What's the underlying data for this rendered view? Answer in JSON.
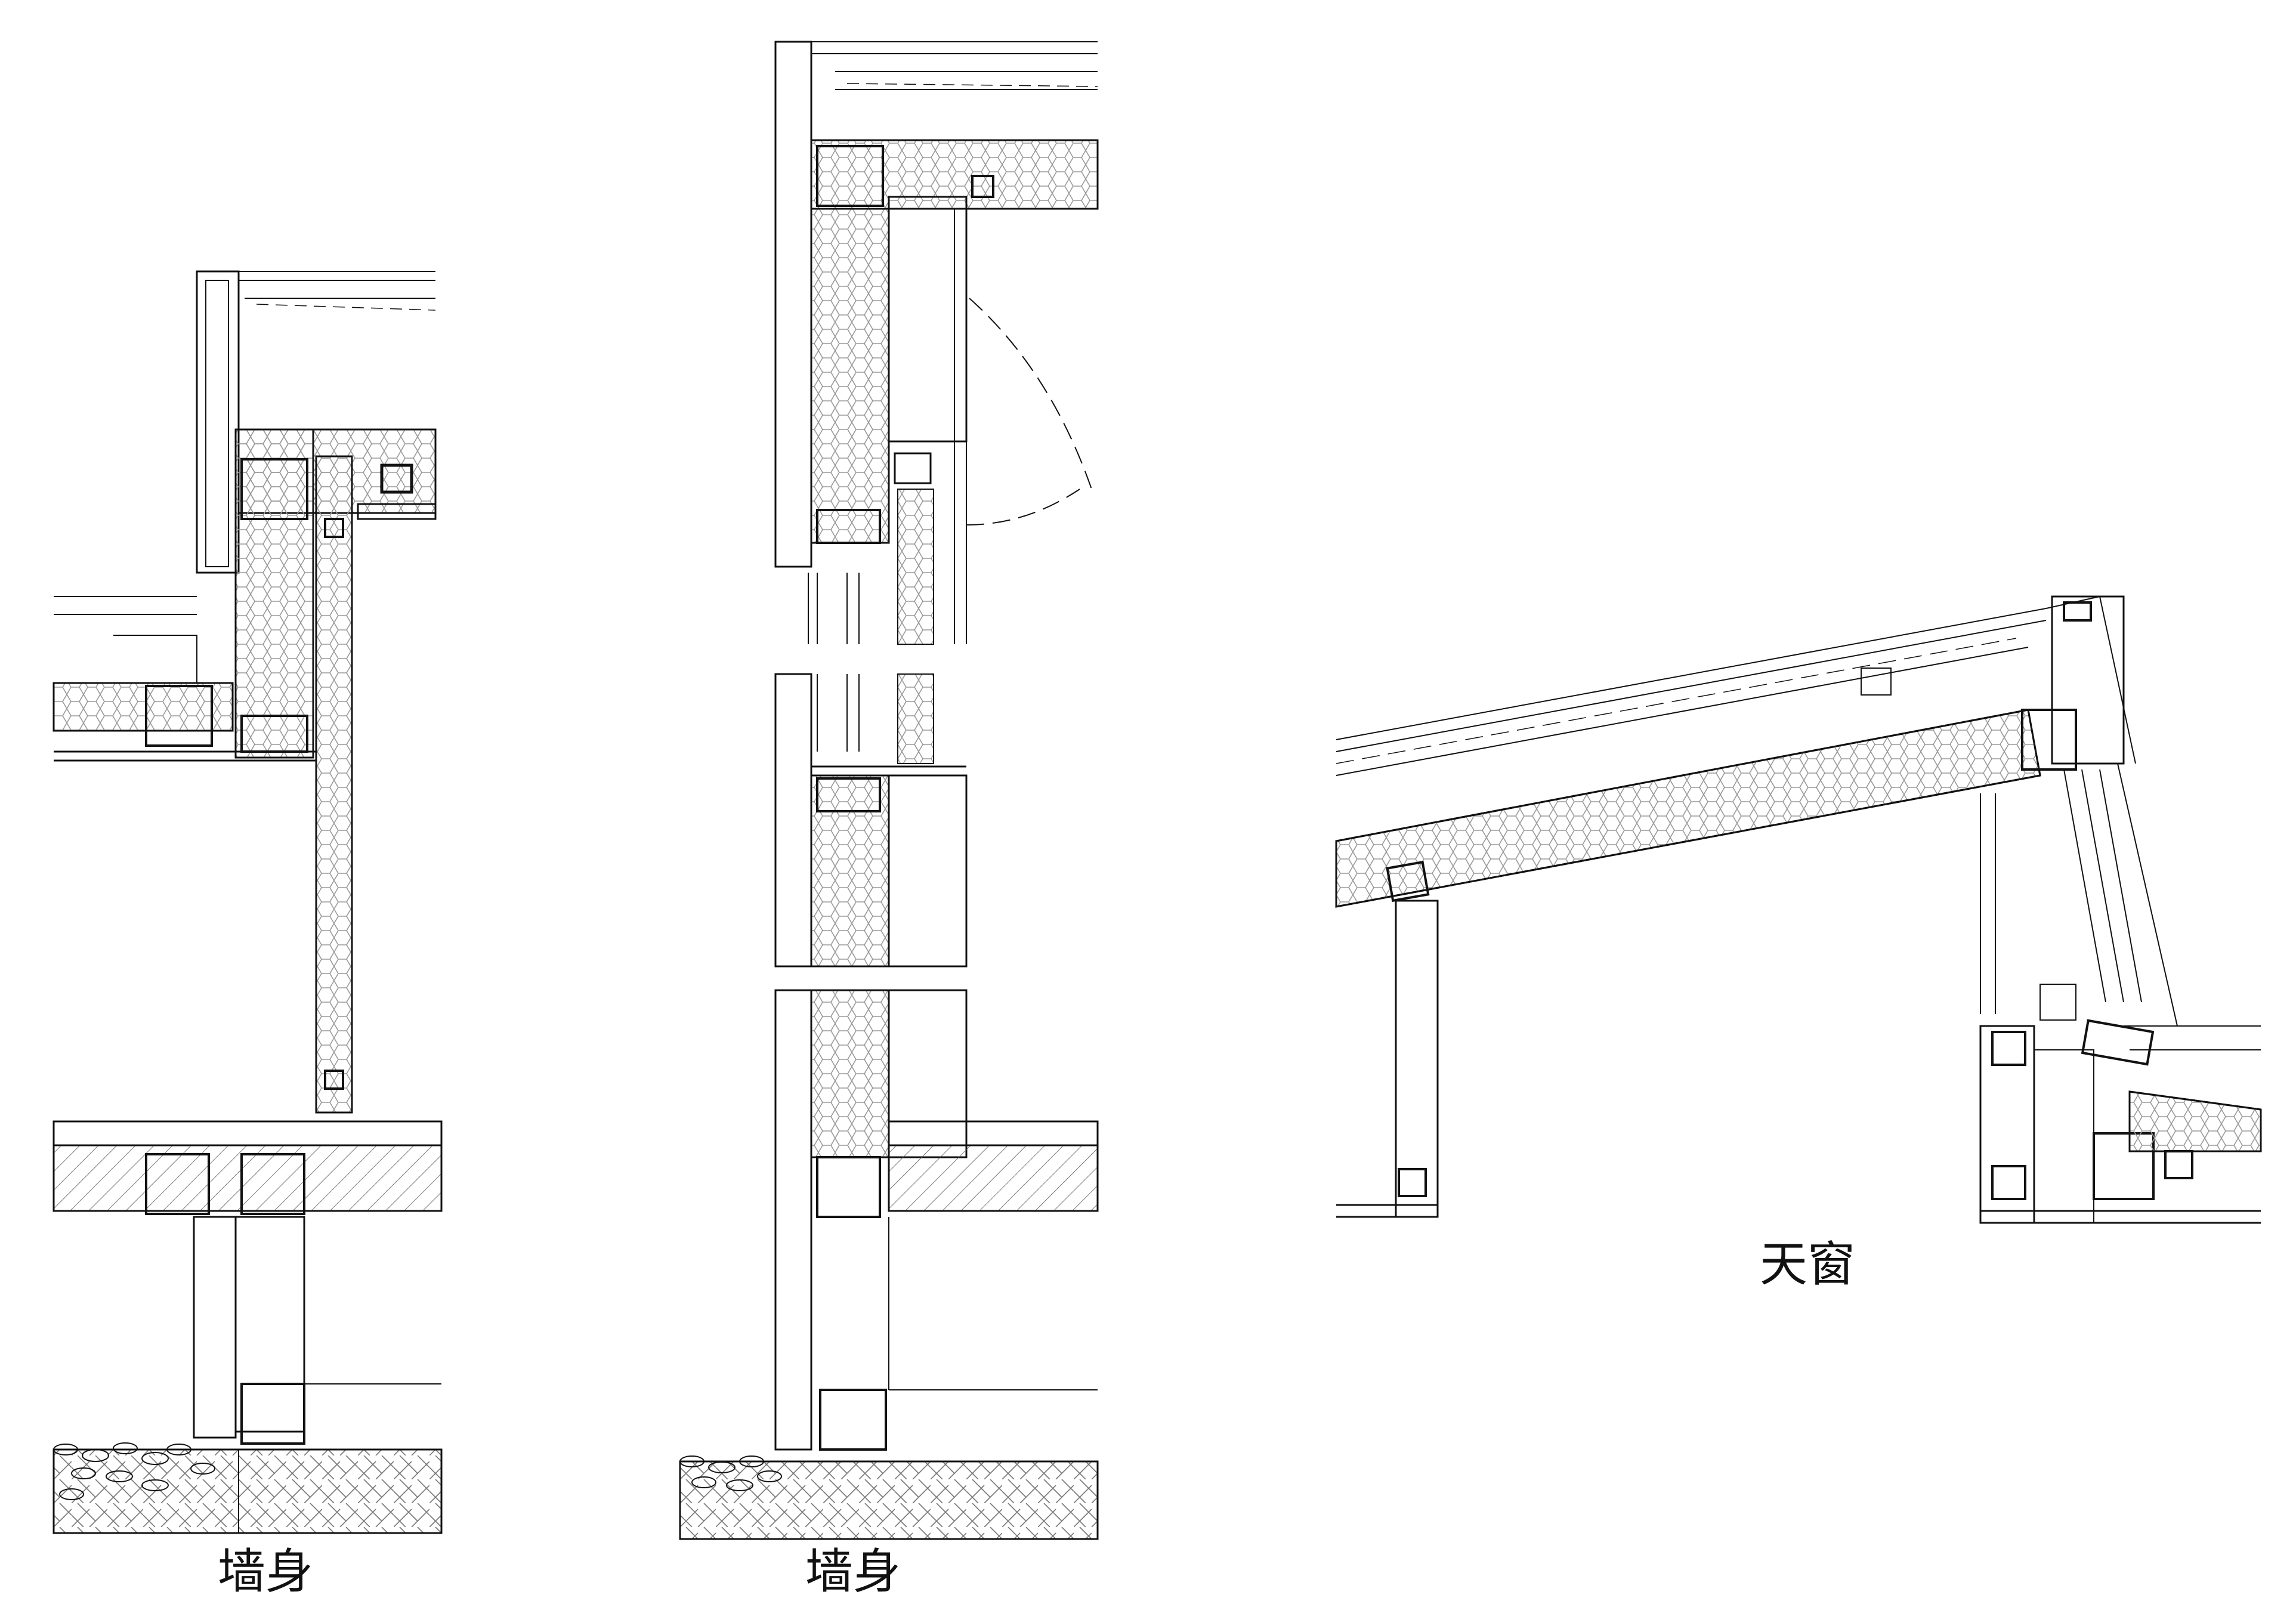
{
  "captions": {
    "wall_section_1": "墙身",
    "wall_section_2": "墙身",
    "skylight": "天窗"
  },
  "colors": {
    "line": "#111111",
    "insulation": "#9a9a9a",
    "background": "#ffffff"
  },
  "materials": [
    "insulation-honeycomb",
    "concrete-hatch",
    "gravel",
    "brick-herringbone",
    "steel-tube"
  ]
}
